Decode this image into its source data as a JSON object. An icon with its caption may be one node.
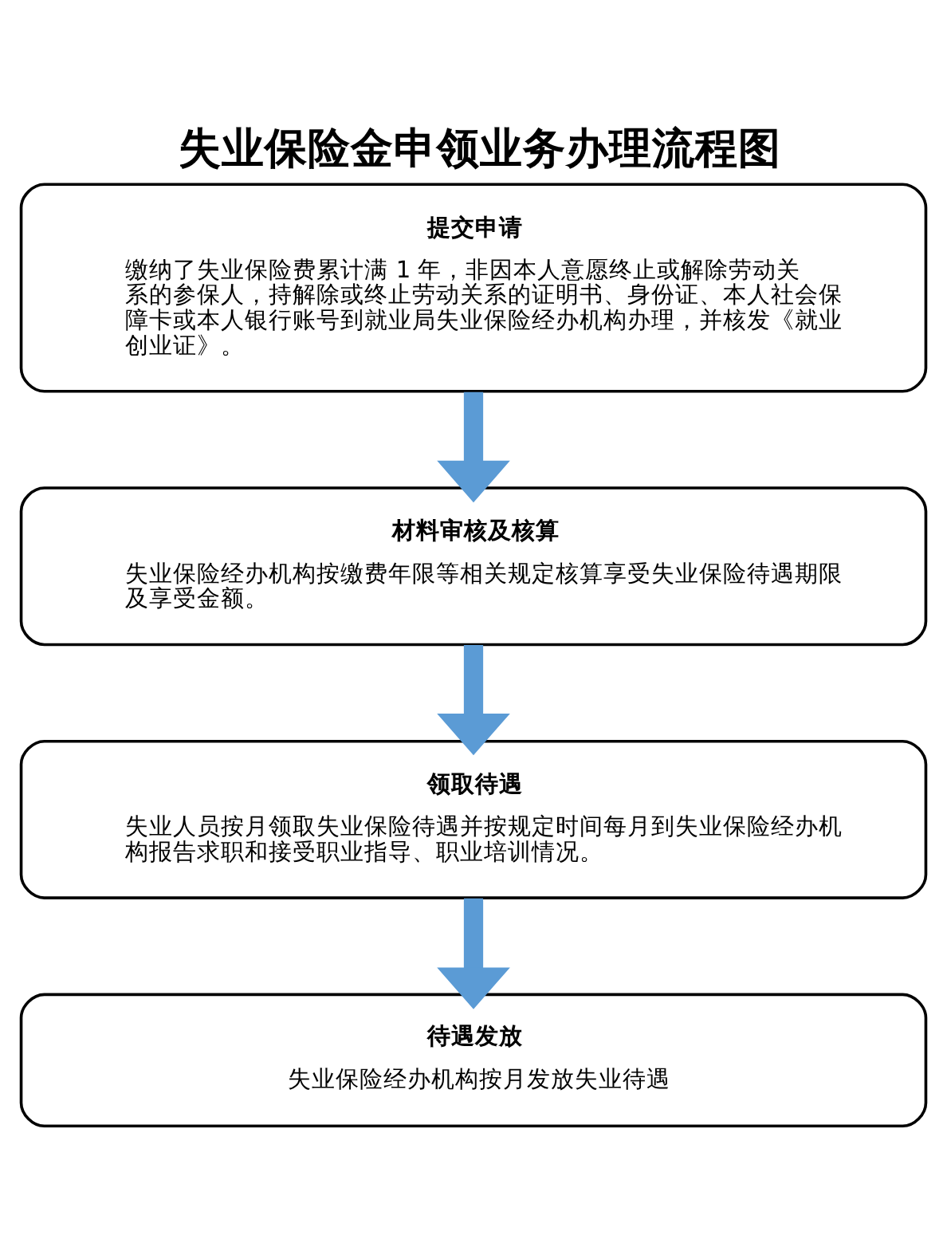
{
  "diagram": {
    "title": "失业保险金申领业务办理流程图",
    "nodes": [
      {
        "text": [
          "提交申请",
          "缴纳了失业保险费累计满 1 年，非因本人意愿终止或解除劳动关系的参保人，持解除或终止劳动关系的证明书、身份证、本人社会保障卡或本人银行账号到就业局失业保险经办机构办理，并核发《就业创业证》。"
        ]
      },
      {
        "text": [
          "材料审核及核算",
          "失业保险经办机构按缴费年限等相关规定核算享受失业保险待遇期限及享受金额。"
        ]
      },
      {
        "text": [
          "领取待遇",
          "失业人员按月领取失业保险待遇并按规定时间每月到失业保险经办机构报告求职和接受职业指导、职业培训情况。"
        ]
      },
      {
        "text": [
          "待遇发放",
          "失业保险经办机构按月发放失业待遇"
        ]
      }
    ],
    "edges": [
      {
        "from": 0,
        "to": 1,
        "arrow": "to"
      },
      {
        "from": 1,
        "to": 2,
        "arrow": "to"
      },
      {
        "from": 2,
        "to": 3,
        "arrow": "to"
      }
    ]
  }
}
